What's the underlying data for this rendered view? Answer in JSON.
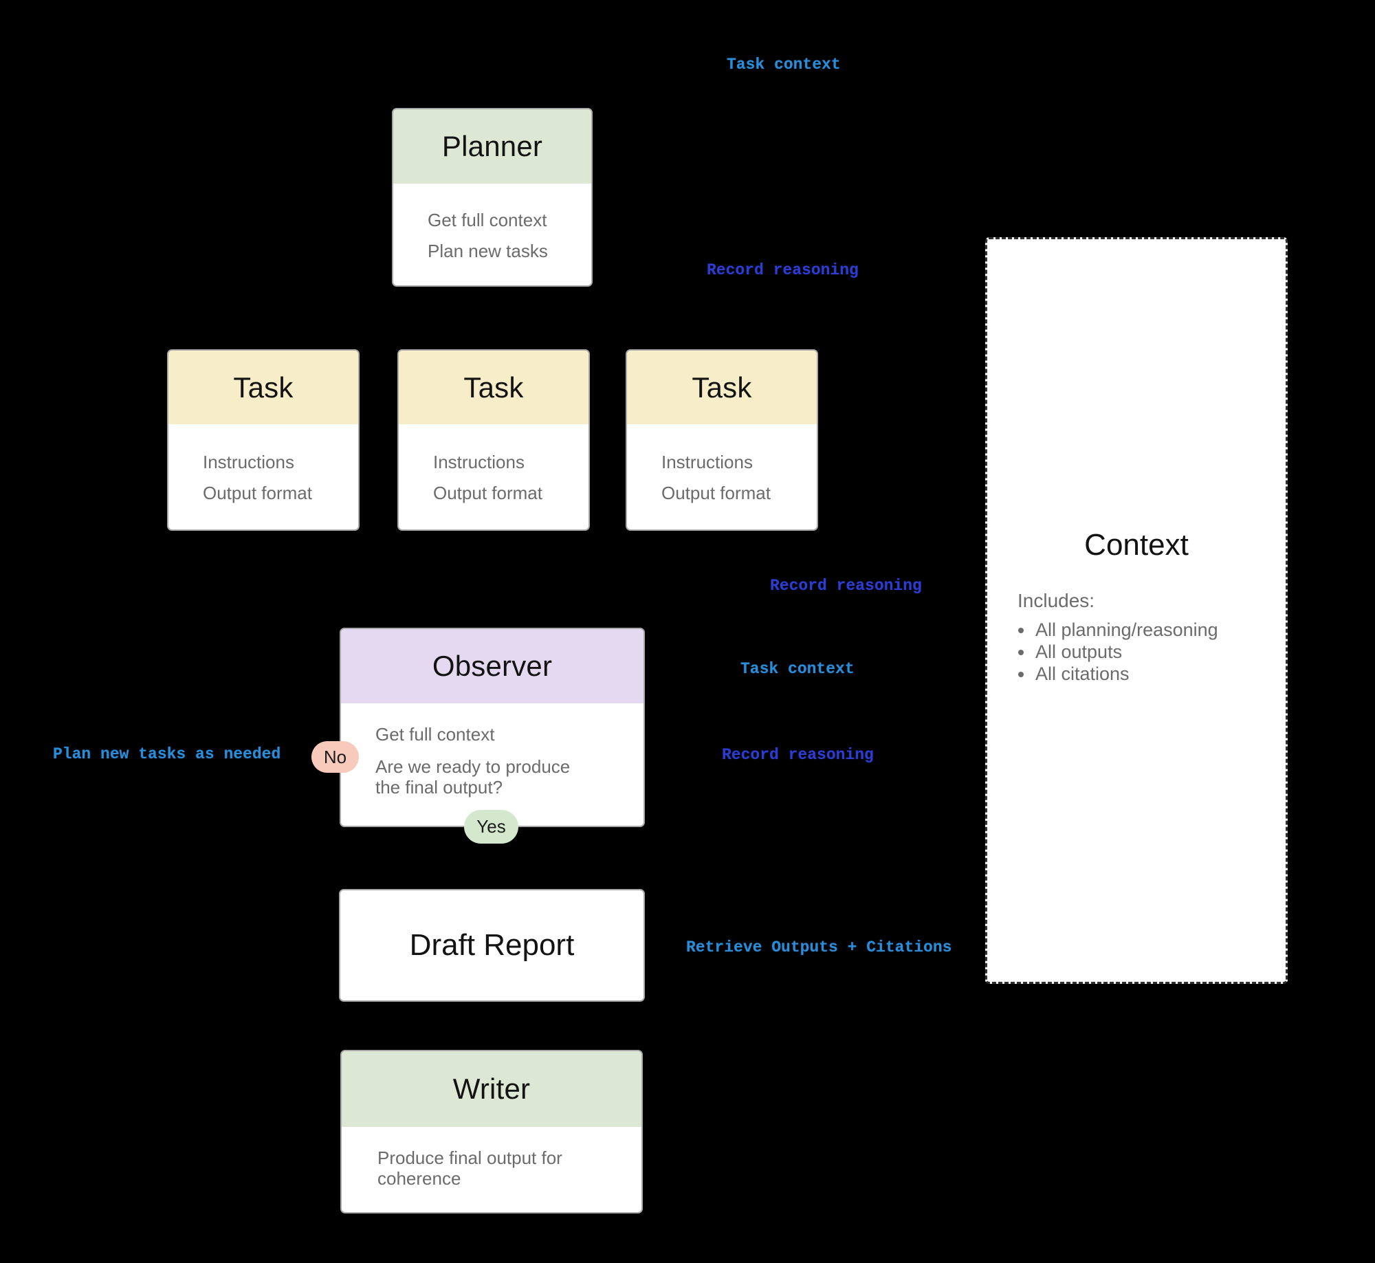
{
  "labels": {
    "task_context": "Task context",
    "record_reasoning": "Record reasoning",
    "plan_new_tasks": "Plan new tasks as needed",
    "retrieve_outputs": "Retrieve Outputs + Citations"
  },
  "badges": {
    "no": "No",
    "yes": "Yes"
  },
  "boxes": {
    "planner": {
      "title": "Planner",
      "lines": [
        "Get full context",
        "Plan new tasks"
      ]
    },
    "tasks": [
      {
        "title": "Task",
        "lines": [
          "Instructions",
          "Output format"
        ]
      },
      {
        "title": "Task",
        "lines": [
          "Instructions",
          "Output format"
        ]
      },
      {
        "title": "Task",
        "lines": [
          "Instructions",
          "Output format"
        ]
      }
    ],
    "observer": {
      "title": "Observer",
      "lines": [
        "Get full context",
        "Are we ready to produce the final output?"
      ]
    },
    "draft": {
      "title": "Draft Report"
    },
    "writer": {
      "title": "Writer",
      "lines": [
        "Produce final output for coherence"
      ]
    },
    "context": {
      "title": "Context",
      "intro": "Includes:",
      "bullets": [
        "All planning/reasoning",
        "All outputs",
        "All citations"
      ]
    }
  },
  "colors": {
    "background": "#000000",
    "header_green": "#dce8d3",
    "header_yellow": "#f7edc9",
    "header_purple": "#e4d9f0",
    "badge_pink": "#f7cabc",
    "badge_green": "#d3e8cc",
    "label_blue_light": "#2b8cd7",
    "label_blue_dark": "#2c3dcf",
    "body_text": "#6b6b6b",
    "title_text": "#131313"
  }
}
